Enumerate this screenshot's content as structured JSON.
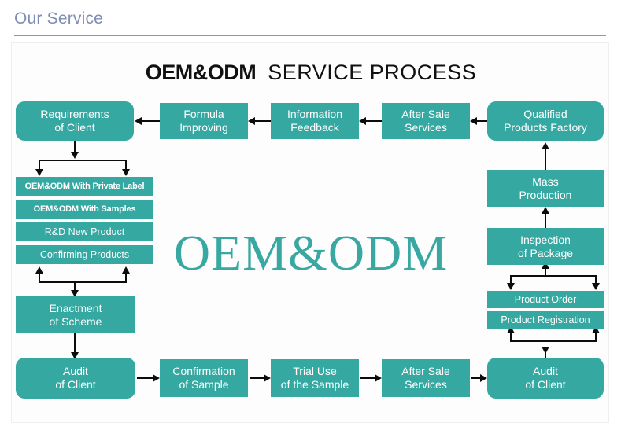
{
  "header": {
    "title": "Our Service",
    "title_color": "#7d8db4",
    "rule_color": "#8496bb"
  },
  "diagram": {
    "title_bold": "OEM&ODM",
    "title_regular": "SERVICE PROCESS",
    "watermark": "OEM&ODM",
    "accent_color": "#35a8a2",
    "watermark_color": "#3aa8a2",
    "connector_color": "#0c0c0c",
    "top_row": [
      {
        "id": "requirements-of-client",
        "line1": "Requirements",
        "line2": "of Client",
        "shape": "round"
      },
      {
        "id": "formula-improving",
        "line1": "Formula",
        "line2": "Improving",
        "shape": "sharp"
      },
      {
        "id": "information-feedback",
        "line1": "Information",
        "line2": "Feedback",
        "shape": "sharp"
      },
      {
        "id": "after-sale-services-top",
        "line1": "After Sale",
        "line2": "Services",
        "shape": "sharp"
      },
      {
        "id": "qualified-products-factory",
        "line1": "Qualified",
        "line2": "Products Factory",
        "shape": "round"
      }
    ],
    "left_options": [
      {
        "id": "oem-odm-private-label",
        "label": "OEM&ODM With Private Label"
      },
      {
        "id": "oem-odm-with-samples",
        "label": "OEM&ODM With Samples"
      },
      {
        "id": "rd-new-product",
        "label": "R&D New Product"
      },
      {
        "id": "confirming-products",
        "label": "Confirming Products"
      }
    ],
    "left_flow": [
      {
        "id": "enactment-of-scheme",
        "line1": "Enactment",
        "line2": "of Scheme",
        "shape": "sharp"
      },
      {
        "id": "audit-of-client-left",
        "line1": "Audit",
        "line2": "of Client",
        "shape": "round"
      }
    ],
    "bottom_row": [
      {
        "id": "confirmation-of-sample",
        "line1": "Confirmation",
        "line2": "of Sample",
        "shape": "sharp"
      },
      {
        "id": "trial-use-of-the-sample",
        "line1": "Trial Use",
        "line2": "of the Sample",
        "shape": "sharp"
      },
      {
        "id": "after-sale-services-bottom",
        "line1": "After Sale",
        "line2": "Services",
        "shape": "sharp"
      },
      {
        "id": "audit-of-client-right",
        "line1": "Audit",
        "line2": "of Client",
        "shape": "round"
      }
    ],
    "right_flow": [
      {
        "id": "mass-production",
        "line1": "Mass",
        "line2": "Production",
        "shape": "sharp"
      },
      {
        "id": "inspection-of-package",
        "line1": "Inspection",
        "line2": "of Package",
        "shape": "sharp"
      }
    ],
    "right_options": [
      {
        "id": "product-order",
        "label": "Product Order"
      },
      {
        "id": "product-registration",
        "label": "Product Registration"
      }
    ]
  }
}
